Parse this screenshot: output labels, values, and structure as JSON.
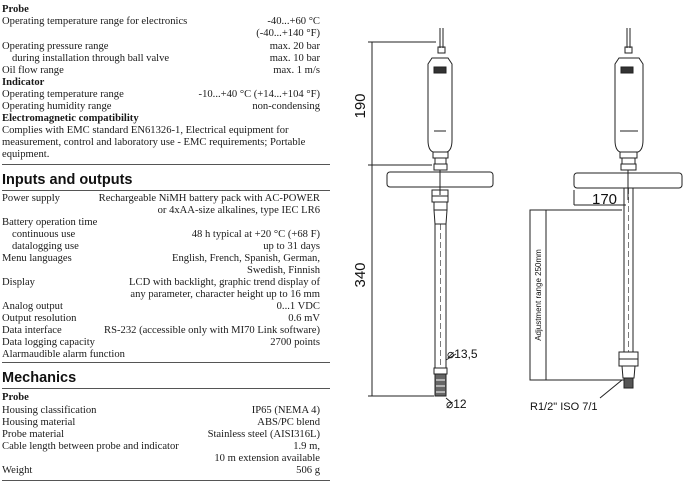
{
  "probe_section": {
    "heading": "Probe",
    "op_temp_label": "Operating temperature range for electronics",
    "op_temp_value": "-40...+60 °C",
    "op_temp_value_f": "(-40...+140 °F)",
    "pressure_label": "Operating pressure range",
    "pressure_value": "max. 20 bar",
    "ball_valve_label": "during installation through ball valve",
    "ball_valve_value": "max. 10 bar",
    "oil_flow_label": "Oil flow range",
    "oil_flow_value": "max. 1 m/s"
  },
  "indicator_section": {
    "heading": "Indicator",
    "temp_label": "Operating temperature range",
    "temp_value": "-10...+40 °C (+14...+104 °F)",
    "humidity_label": "Operating humidity range",
    "humidity_value": "non-condensing"
  },
  "emc_section": {
    "heading": "Electromagnetic compatibility",
    "text": "Complies with EMC standard EN61326-1, Electrical equipment for measurement, control and laboratory use - EMC requirements; Portable equipment."
  },
  "inputs_outputs": {
    "title": "Inputs and outputs",
    "power_label": "Power supply",
    "power_value_1": "Rechargeable NiMH battery pack with AC-POWER",
    "power_value_2": "or 4xAA-size alkalines, type IEC LR6",
    "battery_label": "Battery operation time",
    "continuous_label": "continuous use",
    "continuous_value": "48 h typical at +20 °C (+68 F)",
    "datalogging_label": "datalogging use",
    "datalogging_value": "up to 31 days",
    "menu_label": "Menu languages",
    "menu_value_1": "English, French, Spanish, German,",
    "menu_value_2": "Swedish, Finnish",
    "display_label": "Display",
    "display_value_1": "LCD with backlight, graphic trend display of",
    "display_value_2": "any parameter, character height up to 16 mm",
    "analog_label": "Analog output",
    "analog_value": "0...1 VDC",
    "resolution_label": "Output resolution",
    "resolution_value": "0.6 mV",
    "interface_label": "Data interface",
    "interface_value": "RS-232 (accessible only with MI70 Link software)",
    "logging_label": "Data logging capacity",
    "logging_value": "2700 points",
    "alarm_label": "Alarmaudible alarm function"
  },
  "mechanics": {
    "title": "Mechanics",
    "probe_heading": "Probe",
    "housing_class_label": "Housing classification",
    "housing_class_value": "IP65 (NEMA 4)",
    "housing_mat_label": "Housing material",
    "housing_mat_value": "ABS/PC blend",
    "probe_mat_label": "Probe material",
    "probe_mat_value": "Stainless steel (AISI316L)",
    "cable_label": "Cable length between probe and indicator",
    "cable_value": "1.9 m,",
    "cable_value_2": "10 m extension available",
    "weight_label": "Weight",
    "weight_value": "506 g"
  },
  "drawing": {
    "dim_190": "190",
    "dim_340": "340",
    "dim_170": "170",
    "dim_13_5": "13,5",
    "dim_12": "12",
    "adjust_range": "Adjustment range 250mm",
    "thread": "R1/2\" ISO 7/1"
  }
}
